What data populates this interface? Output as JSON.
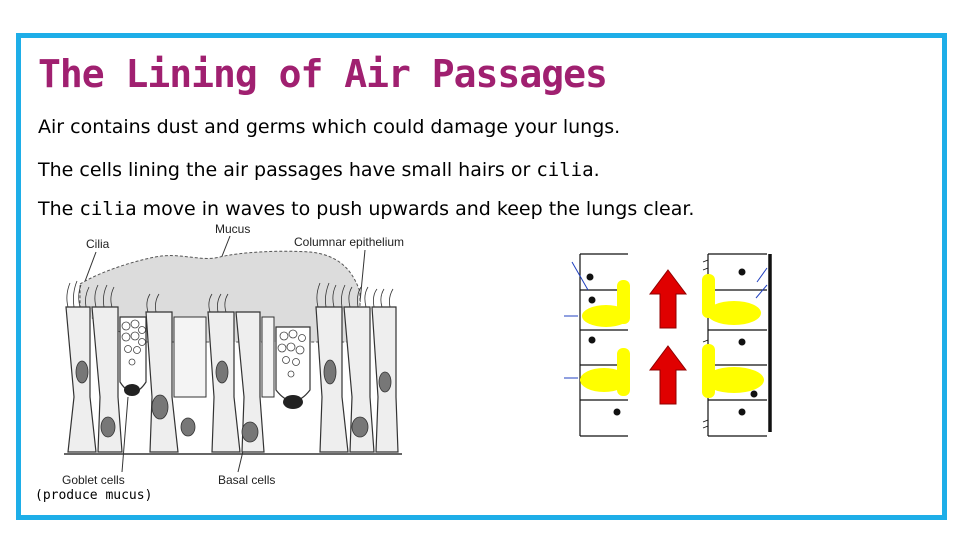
{
  "slide": {
    "title": "The Lining of Air Passages",
    "lines": [
      {
        "text": "Air contains dust and germs which could damage your lungs."
      },
      {
        "before": "The cells lining the air passages have small hairs or ",
        "term": "cilia",
        "after": "."
      },
      {
        "before": "The ",
        "term": "cilia",
        "after": " move in waves to push upwards and keep the lungs clear."
      }
    ]
  },
  "diagram": {
    "labels": {
      "cilia": "Cilia",
      "mucus": "Mucus",
      "columnar": "Columnar epithelium",
      "goblet": "Goblet cells",
      "basal": "Basal cells"
    },
    "caption": "(produce mucus)"
  },
  "colors": {
    "frame": "#1eaee8",
    "title": "#a02070",
    "cilia_marker": "#ffff00",
    "arrow": "#e00000"
  }
}
